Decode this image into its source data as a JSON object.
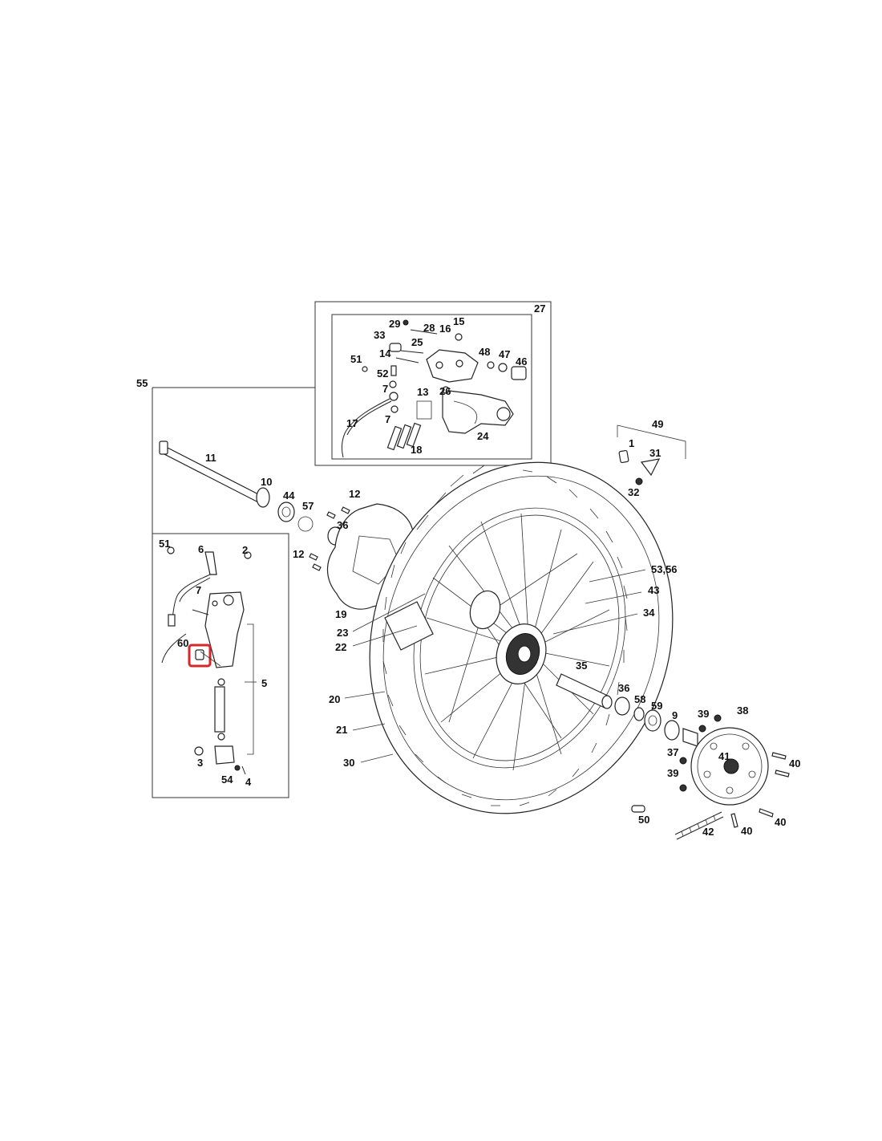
{
  "diagram": {
    "highlight_color": "#d62828",
    "line_color": "#222222",
    "labels": {
      "l27": "27",
      "l29": "29",
      "l28": "28",
      "l16": "16",
      "l15": "15",
      "l33": "33",
      "l25": "25",
      "l14": "14",
      "l48": "48",
      "l47": "47",
      "l46": "46",
      "l51a": "51",
      "l52": "52",
      "l7a": "7",
      "l26": "26",
      "l13": "13",
      "l7b": "7",
      "l17": "17",
      "l24": "24",
      "l18": "18",
      "l55": "55",
      "l49": "49",
      "l1": "1",
      "l31": "31",
      "l32": "32",
      "l11": "11",
      "l10": "10",
      "l44": "44",
      "l57": "57",
      "l12a": "12",
      "l36a": "36",
      "l12b": "12",
      "l51b": "51",
      "l6": "6",
      "l2": "2",
      "l7c": "7",
      "l60": "60",
      "l5": "5",
      "l3": "3",
      "l54": "54",
      "l4": "4",
      "l19": "19",
      "l23": "23",
      "l22": "22",
      "l20": "20",
      "l21": "21",
      "l30": "30",
      "l5356": "53,56",
      "l43": "43",
      "l34": "34",
      "l35": "35",
      "l36b": "36",
      "l58": "58",
      "l59": "59",
      "l9": "9",
      "l39a": "39",
      "l38": "38",
      "l37": "37",
      "l41": "41",
      "l40a": "40",
      "l39b": "39",
      "l40b": "40",
      "l50": "50",
      "l42": "42",
      "l40c": "40",
      "l40d": "40"
    }
  }
}
